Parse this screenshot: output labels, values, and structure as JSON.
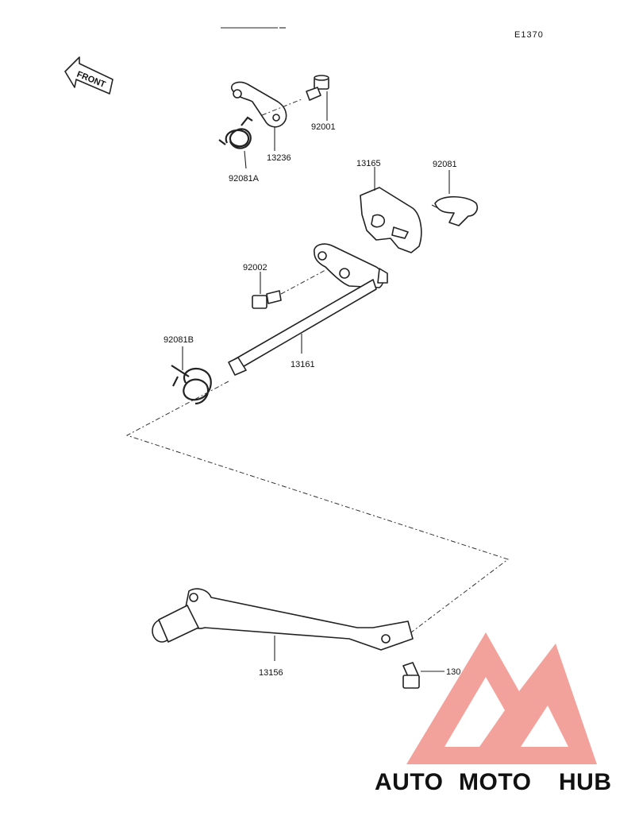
{
  "diagram": {
    "ref_code": "E1370",
    "front_label": "FRONT",
    "parts": {
      "p92001": "92001",
      "p13236": "13236",
      "p92081A": "92081A",
      "p13165": "13165",
      "p92081": "92081",
      "p92002": "92002",
      "p92081B": "92081B",
      "p13161": "13161",
      "p13156": "13156",
      "p130": "130"
    }
  },
  "watermark": {
    "auto": "AUTO",
    "moto": "MOTO",
    "hub": "HUB",
    "colors": {
      "logo": "#f2928a",
      "auto": "#f6c98a",
      "moto": "#f4a29a",
      "hub": "#777777"
    }
  }
}
